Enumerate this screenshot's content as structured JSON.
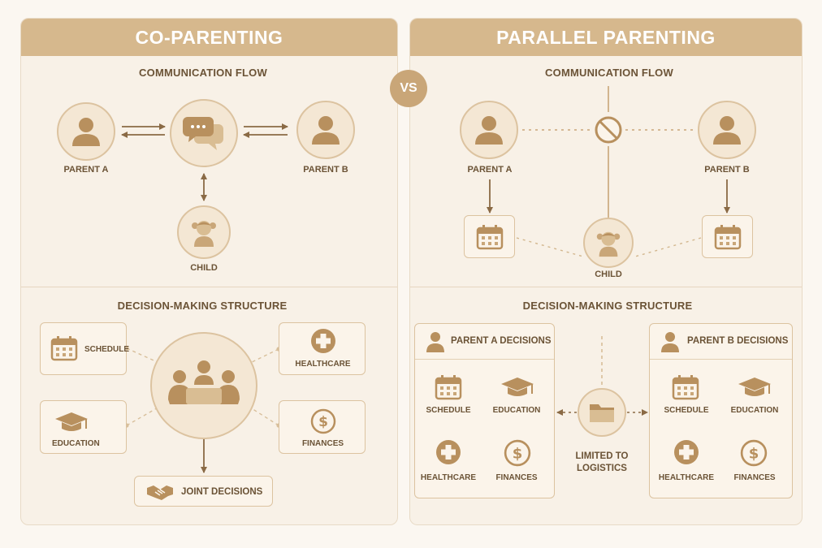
{
  "left_panel": {
    "title": "CO-PARENTING",
    "communication_title": "COMMUNICATION FLOW",
    "parent_a": "PARENT A",
    "parent_b": "PARENT B",
    "child": "CHILD",
    "decision_title": "DECISION-MAKING STRUCTURE",
    "schedule": "SCHEDULE",
    "healthcare": "HEALTHCARE",
    "education": "EDUCATION",
    "finances": "FINANCES",
    "joint": "JOINT DECISIONS"
  },
  "vs_label": "VS",
  "right_panel": {
    "title": "PARALLEL PARENTING",
    "communication_title": "COMMUNICATION FLOW",
    "parent_a": "PARENT A",
    "parent_b": "PARENT B",
    "child": "CHILD",
    "decision_title": "DECISION-MAKING STRUCTURE",
    "parent_a_decisions": "PARENT A DECISIONS",
    "parent_b_decisions": "PARENT B DECISIONS",
    "schedule": "SCHEDULE",
    "education": "EDUCATION",
    "healthcare": "HEALTHCARE",
    "finances": "FINANCES",
    "limited_1": "LIMITED TO",
    "limited_2": "LOGISTICS"
  },
  "colors": {
    "accent": "#d6b88d",
    "icon": "#b8905e",
    "line": "#8a6a45",
    "background": "#f8f1e7"
  }
}
